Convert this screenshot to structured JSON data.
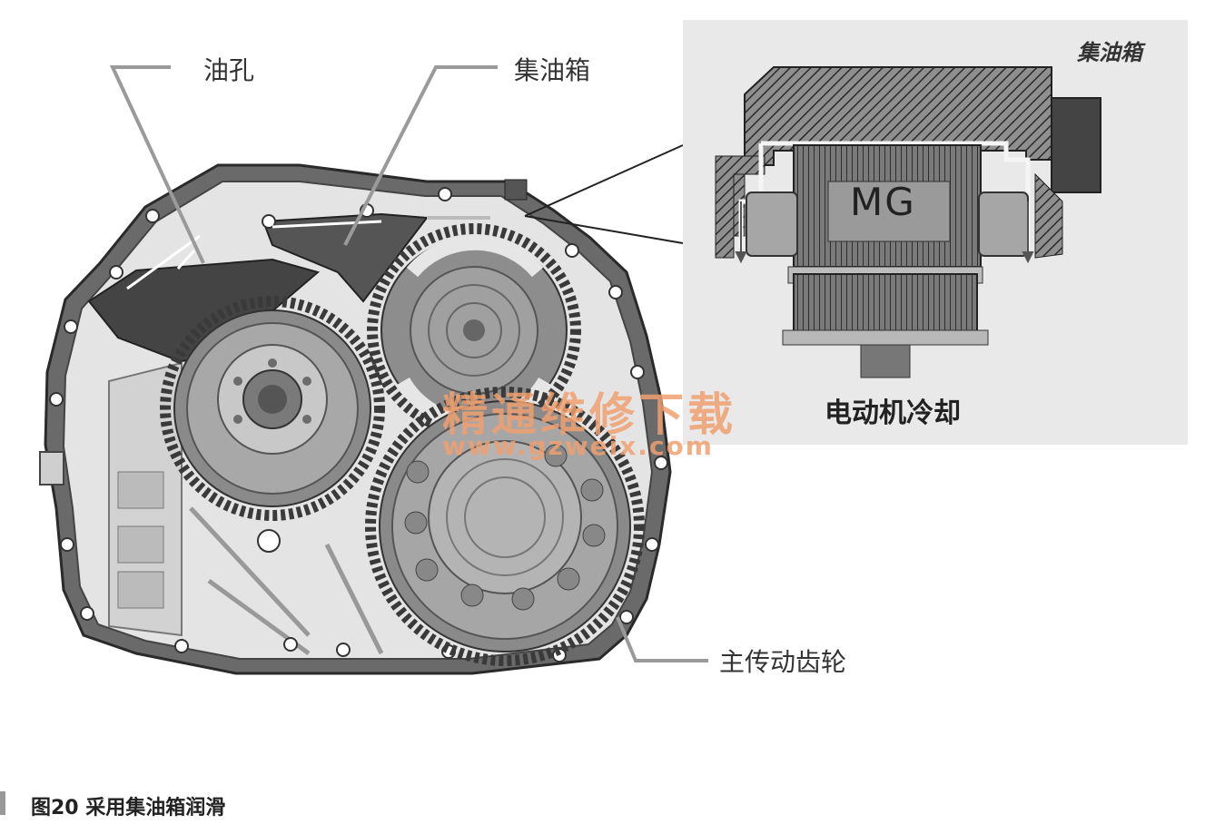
{
  "callouts": {
    "oil_hole": "油孔",
    "oil_box": "集油箱",
    "final_gear": "主传动齿轮"
  },
  "inset": {
    "title": "集油箱",
    "mg_label": "MG",
    "caption": "电动机冷却"
  },
  "watermark": {
    "text": "精通维修下载",
    "url": "www.gzweix.com",
    "color": "#f0a070"
  },
  "caption": {
    "text": "图20  采用集油箱润滑"
  }
}
